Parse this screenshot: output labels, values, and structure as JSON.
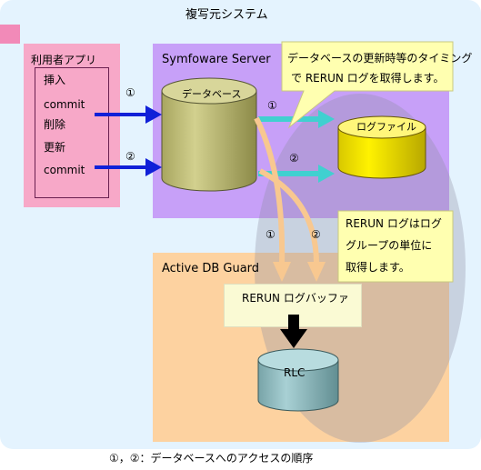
{
  "system_title": "複写元システム",
  "app": {
    "title": "利用者アプリ",
    "operations": [
      "挿入",
      "commit",
      "削除",
      "更新",
      "commit"
    ]
  },
  "server": {
    "title": "Symfoware Server",
    "database_label": "データベース",
    "log_file_label": "ログファイル"
  },
  "guard": {
    "title": "Active DB Guard",
    "buffer_label": "RERUN ログバッファ",
    "rlc_label": "RLC"
  },
  "markers": {
    "one": "①",
    "two": "②"
  },
  "callouts": {
    "timing": [
      "データベースの更新時等のタイミング",
      "で RERUN ログを取得します。"
    ],
    "group": [
      "RERUN ログはログ",
      "グループの単位に",
      "取得します。"
    ]
  },
  "caption": "①，②：データベースへのアクセスの順序",
  "colors": {
    "system_bg": "#e4f3fe",
    "app_bg": "#f7a8c8",
    "server_bg": "#c7a0f8",
    "guard_bg": "#fdd2a0",
    "cylinder": "#c8c684",
    "log_cylinder": "#fef000",
    "rlc_cylinder": "#96c0c4",
    "arrow_blue": "#1020d8",
    "arrow_cyan": "#40d0d0",
    "arrow_orange": "#f8c890",
    "callout_bg": "#ffffb0"
  }
}
